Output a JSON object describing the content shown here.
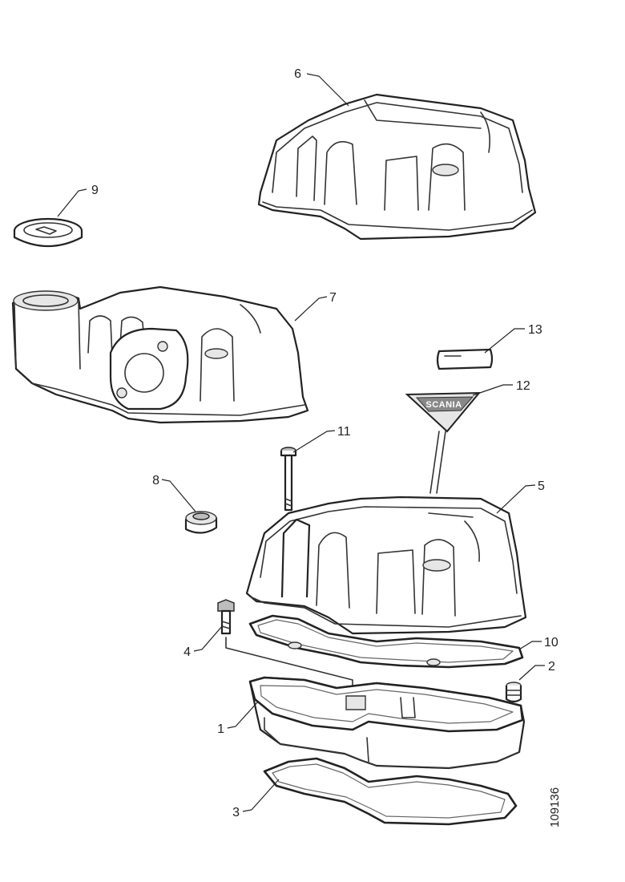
{
  "callouts": {
    "c1": "1",
    "c2": "2",
    "c3": "3",
    "c4": "4",
    "c5": "5",
    "c6": "6",
    "c7": "7",
    "c8": "8",
    "c9": "9",
    "c10": "10",
    "c11": "11",
    "c12": "12",
    "c13": "13"
  },
  "drawing_number": "109136",
  "emblem_text": "SCANIA"
}
